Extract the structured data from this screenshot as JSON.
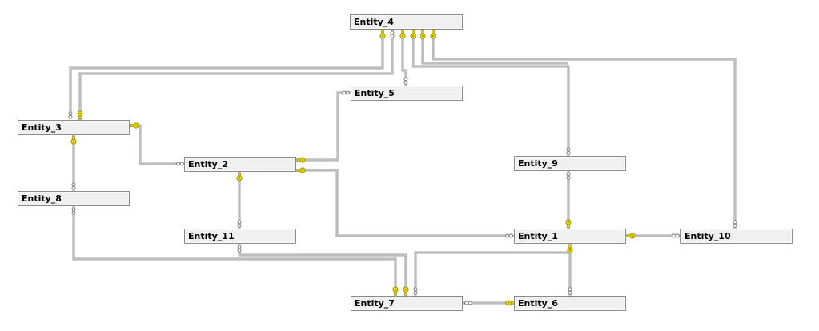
{
  "diagram": {
    "type": "entity-relationship",
    "colors": {
      "line": "#a0a0a0",
      "line_highlight": "#dcdcdc",
      "key": "#e8d800",
      "key_stroke": "#7a7000",
      "box_fill": "#f0f0f0",
      "box_border": "#8c8c8c"
    },
    "entities": [
      {
        "id": "e4",
        "label": "Entity_4"
      },
      {
        "id": "e5",
        "label": "Entity_5"
      },
      {
        "id": "e3",
        "label": "Entity_3"
      },
      {
        "id": "e2",
        "label": "Entity_2"
      },
      {
        "id": "e9",
        "label": "Entity_9"
      },
      {
        "id": "e8",
        "label": "Entity_8"
      },
      {
        "id": "e11",
        "label": "Entity_11"
      },
      {
        "id": "e1",
        "label": "Entity_1"
      },
      {
        "id": "e10",
        "label": "Entity_10"
      },
      {
        "id": "e7",
        "label": "Entity_7"
      },
      {
        "id": "e6",
        "label": "Entity_6"
      }
    ],
    "relationships": [
      {
        "one": "Entity_4",
        "many": "Entity_3"
      },
      {
        "one": "Entity_3",
        "many": "Entity_4"
      },
      {
        "one": "Entity_4",
        "many": "Entity_5"
      },
      {
        "one": "Entity_4",
        "many": "Entity_9"
      },
      {
        "one": "Entity_4",
        "many": "Entity_9"
      },
      {
        "one": "Entity_4",
        "many": "Entity_10"
      },
      {
        "one": "Entity_3",
        "many": "Entity_2"
      },
      {
        "one": "Entity_3",
        "many": "Entity_8"
      },
      {
        "one": "Entity_2",
        "many": "Entity_5"
      },
      {
        "one": "Entity_2",
        "many": "Entity_1"
      },
      {
        "one": "Entity_2",
        "many": "Entity_11"
      },
      {
        "one": "Entity_9",
        "many": "Entity_1"
      },
      {
        "one": "Entity_1",
        "many": "Entity_10"
      },
      {
        "one": "Entity_1",
        "many": "Entity_7"
      },
      {
        "one": "Entity_1",
        "many": "Entity_6"
      },
      {
        "one": "Entity_8",
        "many": "Entity_7"
      },
      {
        "one": "Entity_11",
        "many": "Entity_7"
      },
      {
        "one": "Entity_6",
        "many": "Entity_7"
      }
    ]
  }
}
